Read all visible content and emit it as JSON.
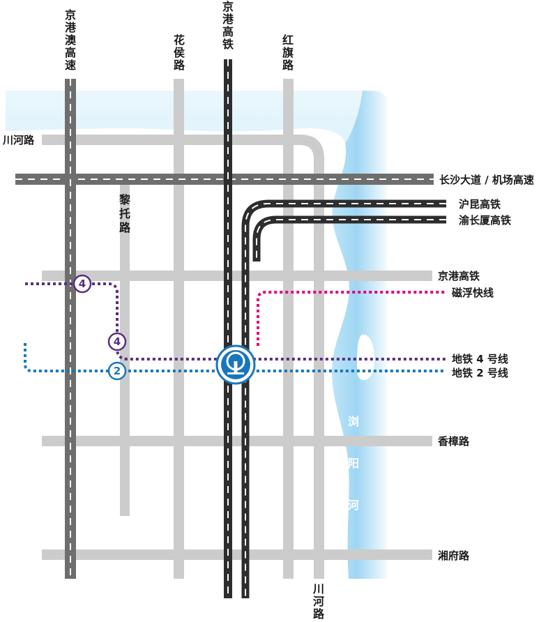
{
  "colors": {
    "road": "#cccccc",
    "expressway": "#6e6e6e",
    "rail": "#2d2d2d",
    "river": "#b9e2f6",
    "metro4": "#5a2d82",
    "metro2": "#1a76bb",
    "maglev": "#e0007a",
    "station": "#1a76bb"
  },
  "vertical_labels": {
    "jingang_ao_expressway": [
      "京",
      "港",
      "澳",
      "高",
      "速"
    ],
    "huahou_road": [
      "花",
      "侯",
      "路"
    ],
    "jingguang_hsr": [
      "京",
      "港",
      "高",
      "铁"
    ],
    "hongqi_road": [
      "红",
      "旗",
      "路"
    ],
    "lituo_road": [
      "黎",
      "托",
      "路"
    ],
    "chuanhe_road_bottom": [
      "川",
      "河",
      "路"
    ]
  },
  "labels": {
    "chuanhe_road": "川河路",
    "changsha_avenue": "长沙大道 / 机场高速",
    "hukun_hsr": "沪昆高铁",
    "yuchangxia_hsr": "渝长厦高铁",
    "jingguang_hsr_east": "京港高铁",
    "maglev": "磁浮快线",
    "metro4": "地铁 4 号线",
    "metro2": "地铁 2 号线",
    "xiangzhang_road": "香樟路",
    "xiangfu_road": "湘府路"
  },
  "river_label": [
    "浏",
    "阳",
    "河"
  ],
  "badges": {
    "metro4_a": "4",
    "metro4_b": "4",
    "metro2": "2"
  },
  "icons": {
    "station": "railway-station-icon"
  }
}
